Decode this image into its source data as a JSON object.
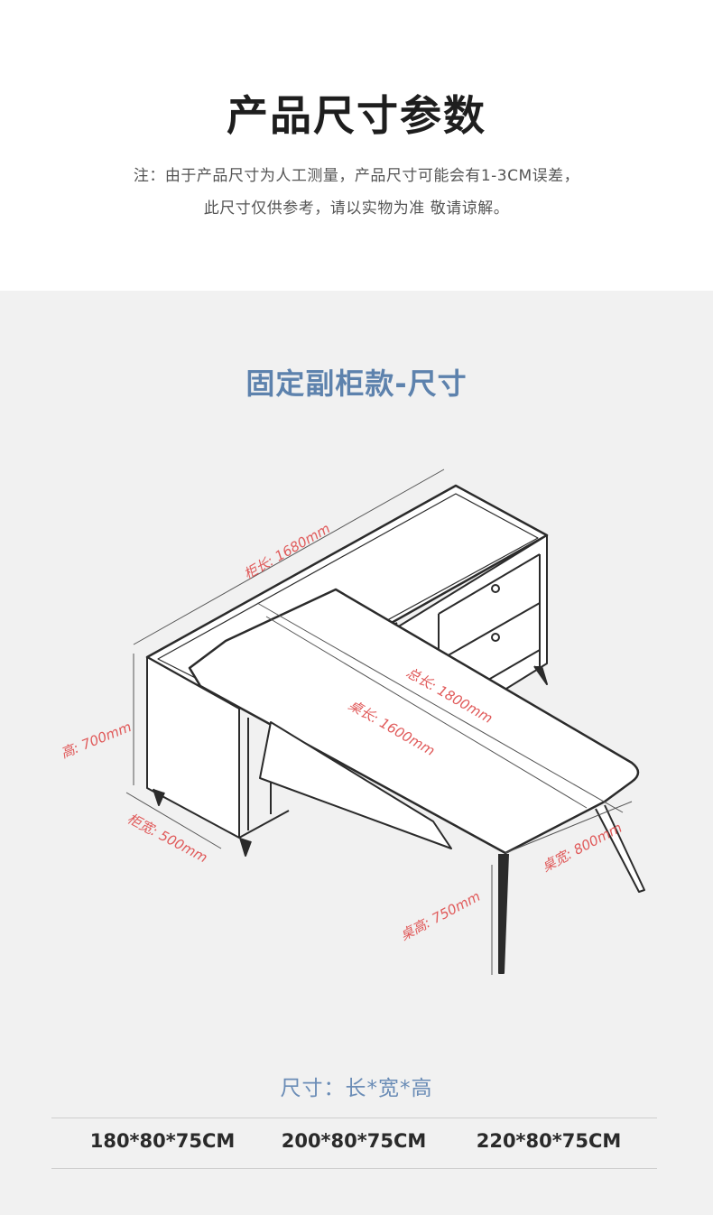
{
  "header": {
    "title": "产品尺寸参数",
    "note_line1": "注：由于产品尺寸为人工测量，产品尺寸可能会有1-3CM误差，",
    "note_line2": "此尺寸仅供参考，请以实物为准 敬请谅解。"
  },
  "section": {
    "title": "固定副柜款-尺寸",
    "dimensions": {
      "cabinet_length": "柜长: 1680mm",
      "total_length": "总长: 1800mm",
      "desk_length": "桌长: 1600mm",
      "height": "高: 700mm",
      "cabinet_width": "柜宽: 500mm",
      "desk_width": "桌宽: 800mm",
      "desk_height": "桌高: 750mm"
    },
    "size_label": "尺寸：长*宽*高",
    "sizes": [
      "180*80*75CM",
      "200*80*75CM",
      "220*80*75CM"
    ]
  }
}
